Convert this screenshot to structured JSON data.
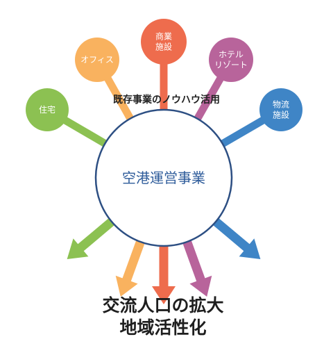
{
  "diagram": {
    "center_label": "空港運営事業",
    "shared_label": "既存事業のノウハウ活用",
    "facilities": [
      {
        "lines": [
          "住宅"
        ],
        "color": "#8cc152"
      },
      {
        "lines": [
          "オフィス"
        ],
        "color": "#f9b25f"
      },
      {
        "lines": [
          "商業",
          "施設"
        ],
        "color": "#ee6c4d"
      },
      {
        "lines": [
          "ホテル",
          "リゾート"
        ],
        "color": "#b8649b"
      },
      {
        "lines": [
          "物流",
          "施設"
        ],
        "color": "#3f85c6"
      }
    ],
    "outcome_lines": [
      "交流人口の拡大",
      "地域活性化"
    ],
    "colors": {
      "center_stroke": "#2d4f83",
      "center_text": "#2d5b9a",
      "text": "#1e1e1e"
    }
  }
}
